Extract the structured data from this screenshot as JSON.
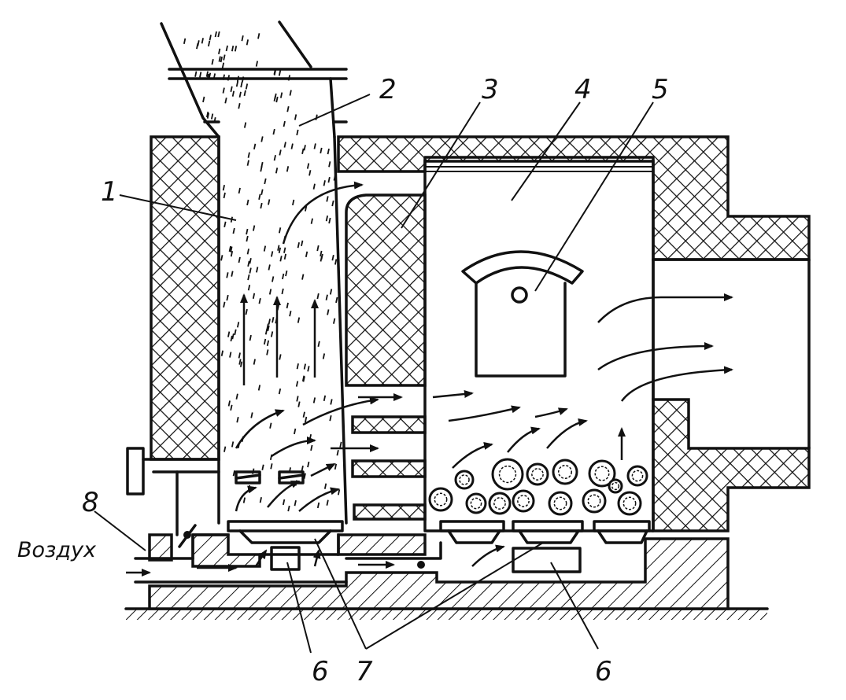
{
  "labels": {
    "l1": "1",
    "l2": "2",
    "l3": "3",
    "l4": "4",
    "l5": "5",
    "l6a": "6",
    "l6b": "6",
    "l7": "7",
    "l8": "8",
    "air": "Воздух"
  }
}
